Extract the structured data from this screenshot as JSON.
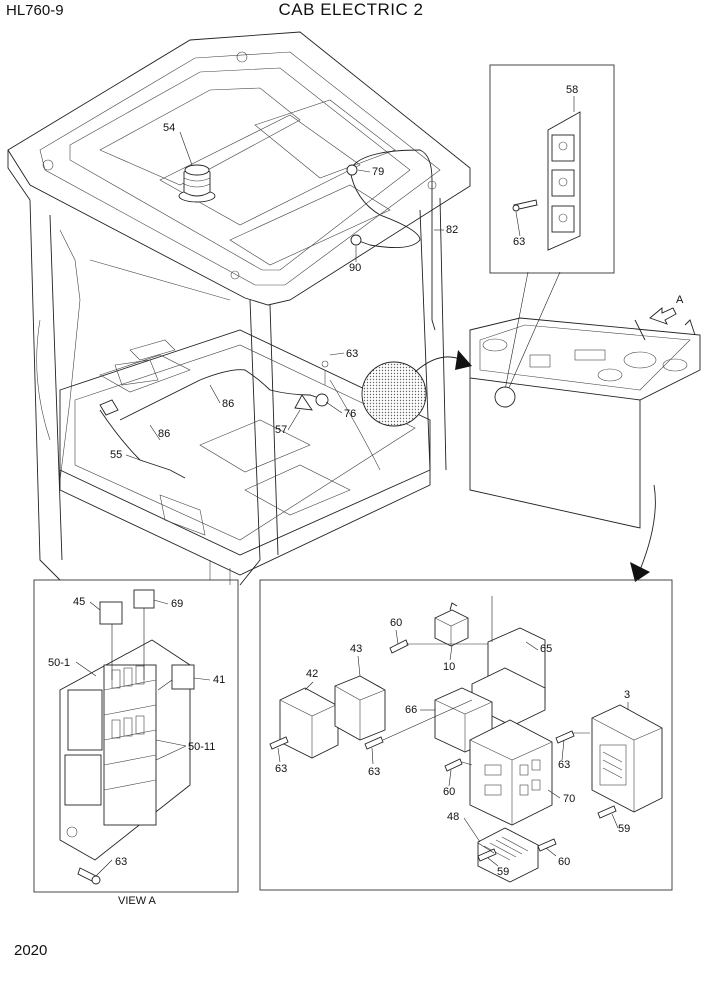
{
  "header": {
    "model": "HL760-9",
    "title": "CAB ELECTRIC 2"
  },
  "footer": {
    "page_number": "2020"
  },
  "views": {
    "view_a_caption": "VIEW A",
    "arrow_label": "A"
  },
  "callouts": [
    {
      "id": "c54",
      "label": "54"
    },
    {
      "id": "c79",
      "label": "79"
    },
    {
      "id": "c82",
      "label": "82"
    },
    {
      "id": "c90",
      "label": "90"
    },
    {
      "id": "c63a",
      "label": "63"
    },
    {
      "id": "c86a",
      "label": "86"
    },
    {
      "id": "c76",
      "label": "76"
    },
    {
      "id": "c57",
      "label": "57"
    },
    {
      "id": "c86b",
      "label": "86"
    },
    {
      "id": "c55",
      "label": "55"
    },
    {
      "id": "c58",
      "label": "58"
    },
    {
      "id": "c63b",
      "label": "63"
    },
    {
      "id": "c45",
      "label": "45"
    },
    {
      "id": "c69",
      "label": "69"
    },
    {
      "id": "c50-1",
      "label": "50-1"
    },
    {
      "id": "c41",
      "label": "41"
    },
    {
      "id": "c50-11",
      "label": "50-11"
    },
    {
      "id": "c63c",
      "label": "63"
    },
    {
      "id": "c60a",
      "label": "60"
    },
    {
      "id": "c43",
      "label": "43"
    },
    {
      "id": "c65",
      "label": "65"
    },
    {
      "id": "c42",
      "label": "42"
    },
    {
      "id": "c10",
      "label": "10"
    },
    {
      "id": "c66",
      "label": "66"
    },
    {
      "id": "c3",
      "label": "3"
    },
    {
      "id": "c63d",
      "label": "63"
    },
    {
      "id": "c63e",
      "label": "63"
    },
    {
      "id": "c63f",
      "label": "63"
    },
    {
      "id": "c60b",
      "label": "60"
    },
    {
      "id": "c70",
      "label": "70"
    },
    {
      "id": "c48",
      "label": "48"
    },
    {
      "id": "c59a",
      "label": "59"
    },
    {
      "id": "c59b",
      "label": "59"
    },
    {
      "id": "c60c",
      "label": "60"
    }
  ]
}
